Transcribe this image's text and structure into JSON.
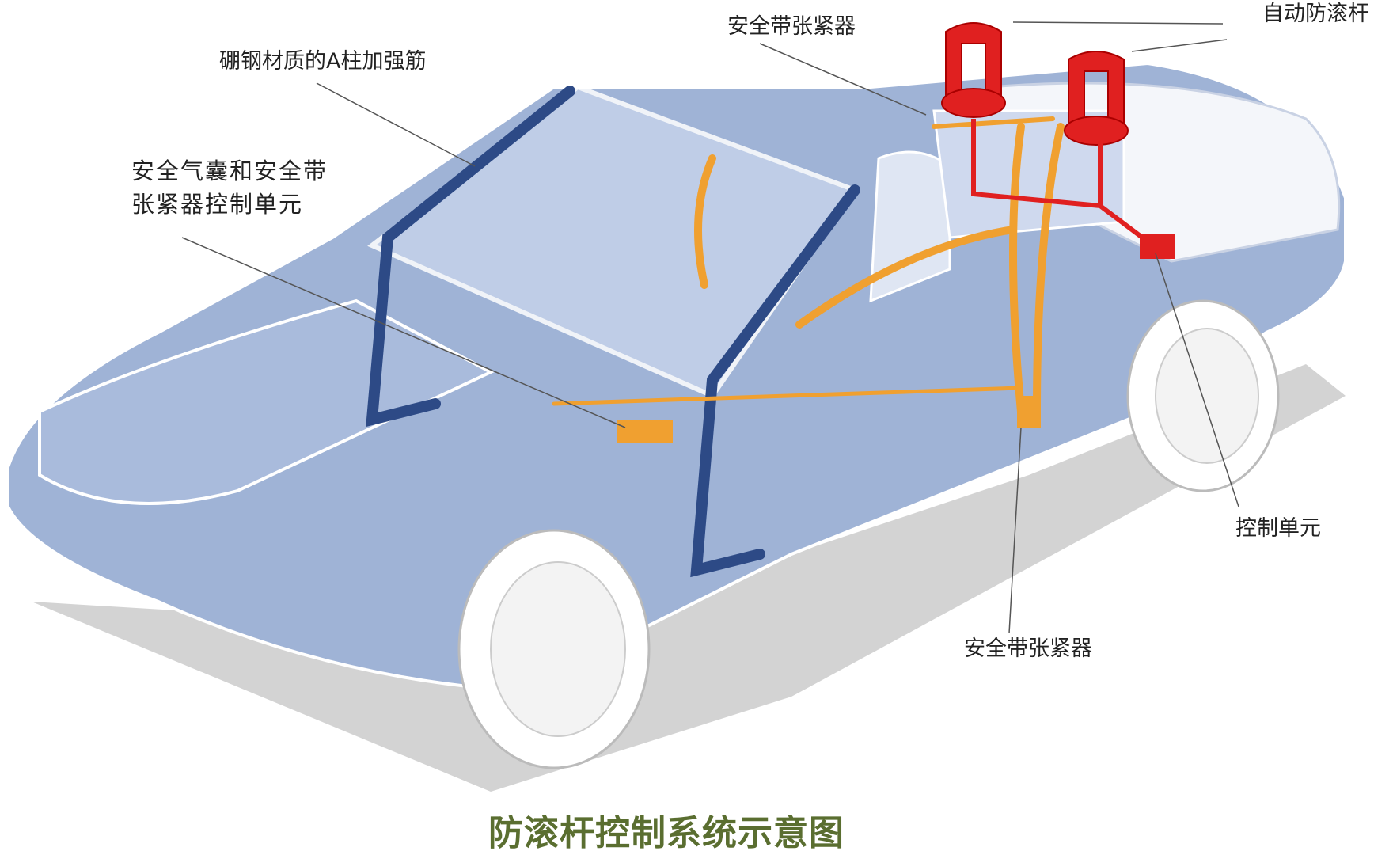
{
  "labels": {
    "a_pillar": "硼钢材质的A柱加强筋",
    "pretensioner_top": "安全带张紧器",
    "auto_rollbar": "自动防滚杆",
    "airbag_control_line1": "安全气囊和安全带",
    "airbag_control_line2": "张紧器控制单元",
    "control_unit": "控制单元",
    "pretensioner_bottom": "安全带张紧器"
  },
  "title": "防滚杆控制系统示意图",
  "colors": {
    "body_fill": "#9fb3d6",
    "pillar": "#2d4a86",
    "seatbelt": "#f0a030",
    "rollbar": "#e02020",
    "title": "#5a6e30",
    "shadow": "#c8c8c8"
  }
}
